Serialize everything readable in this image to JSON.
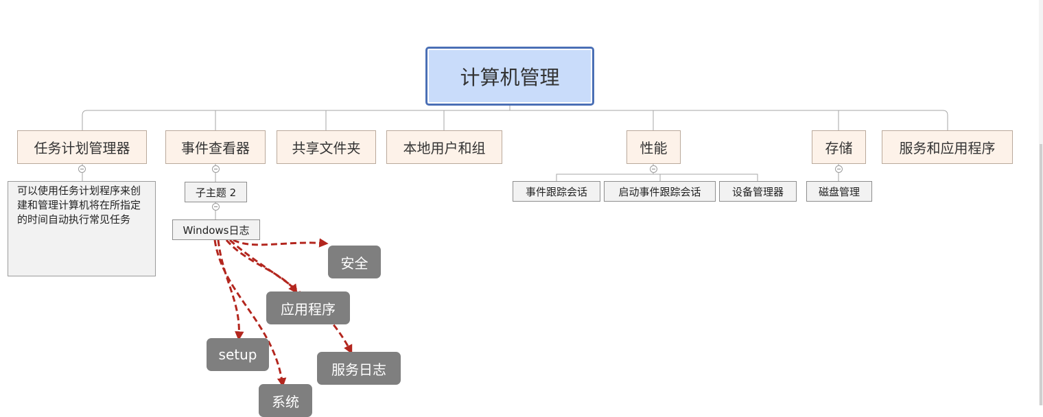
{
  "root": {
    "title": "计算机管理"
  },
  "branches": [
    {
      "label": "任务计划管理器"
    },
    {
      "label": "事件查看器"
    },
    {
      "label": "共享文件夹"
    },
    {
      "label": "本地用户和组"
    },
    {
      "label": "性能"
    },
    {
      "label": "存储"
    },
    {
      "label": "服务和应用程序"
    }
  ],
  "task_scheduler_note": "可以使用任务计划程序来创建和管理计算机将在所指定的时间自动执行常见任务",
  "event_viewer": {
    "subtopic": "子主题 2",
    "windows_logs": "Windows日志",
    "logs": [
      "安全",
      "应用程序",
      "setup",
      "服务日志",
      "系统"
    ]
  },
  "performance": {
    "children": [
      "事件跟踪会话",
      "启动事件跟踪会话",
      "设备管理器"
    ]
  },
  "storage": {
    "children": [
      "磁盘管理"
    ]
  },
  "colors": {
    "root_fill": "#c9dcfa",
    "root_border": "#4a6fb5",
    "branch_fill": "#fdf2e9",
    "arrow": "#b3261e",
    "callout_fill": "#7f7f7f"
  }
}
